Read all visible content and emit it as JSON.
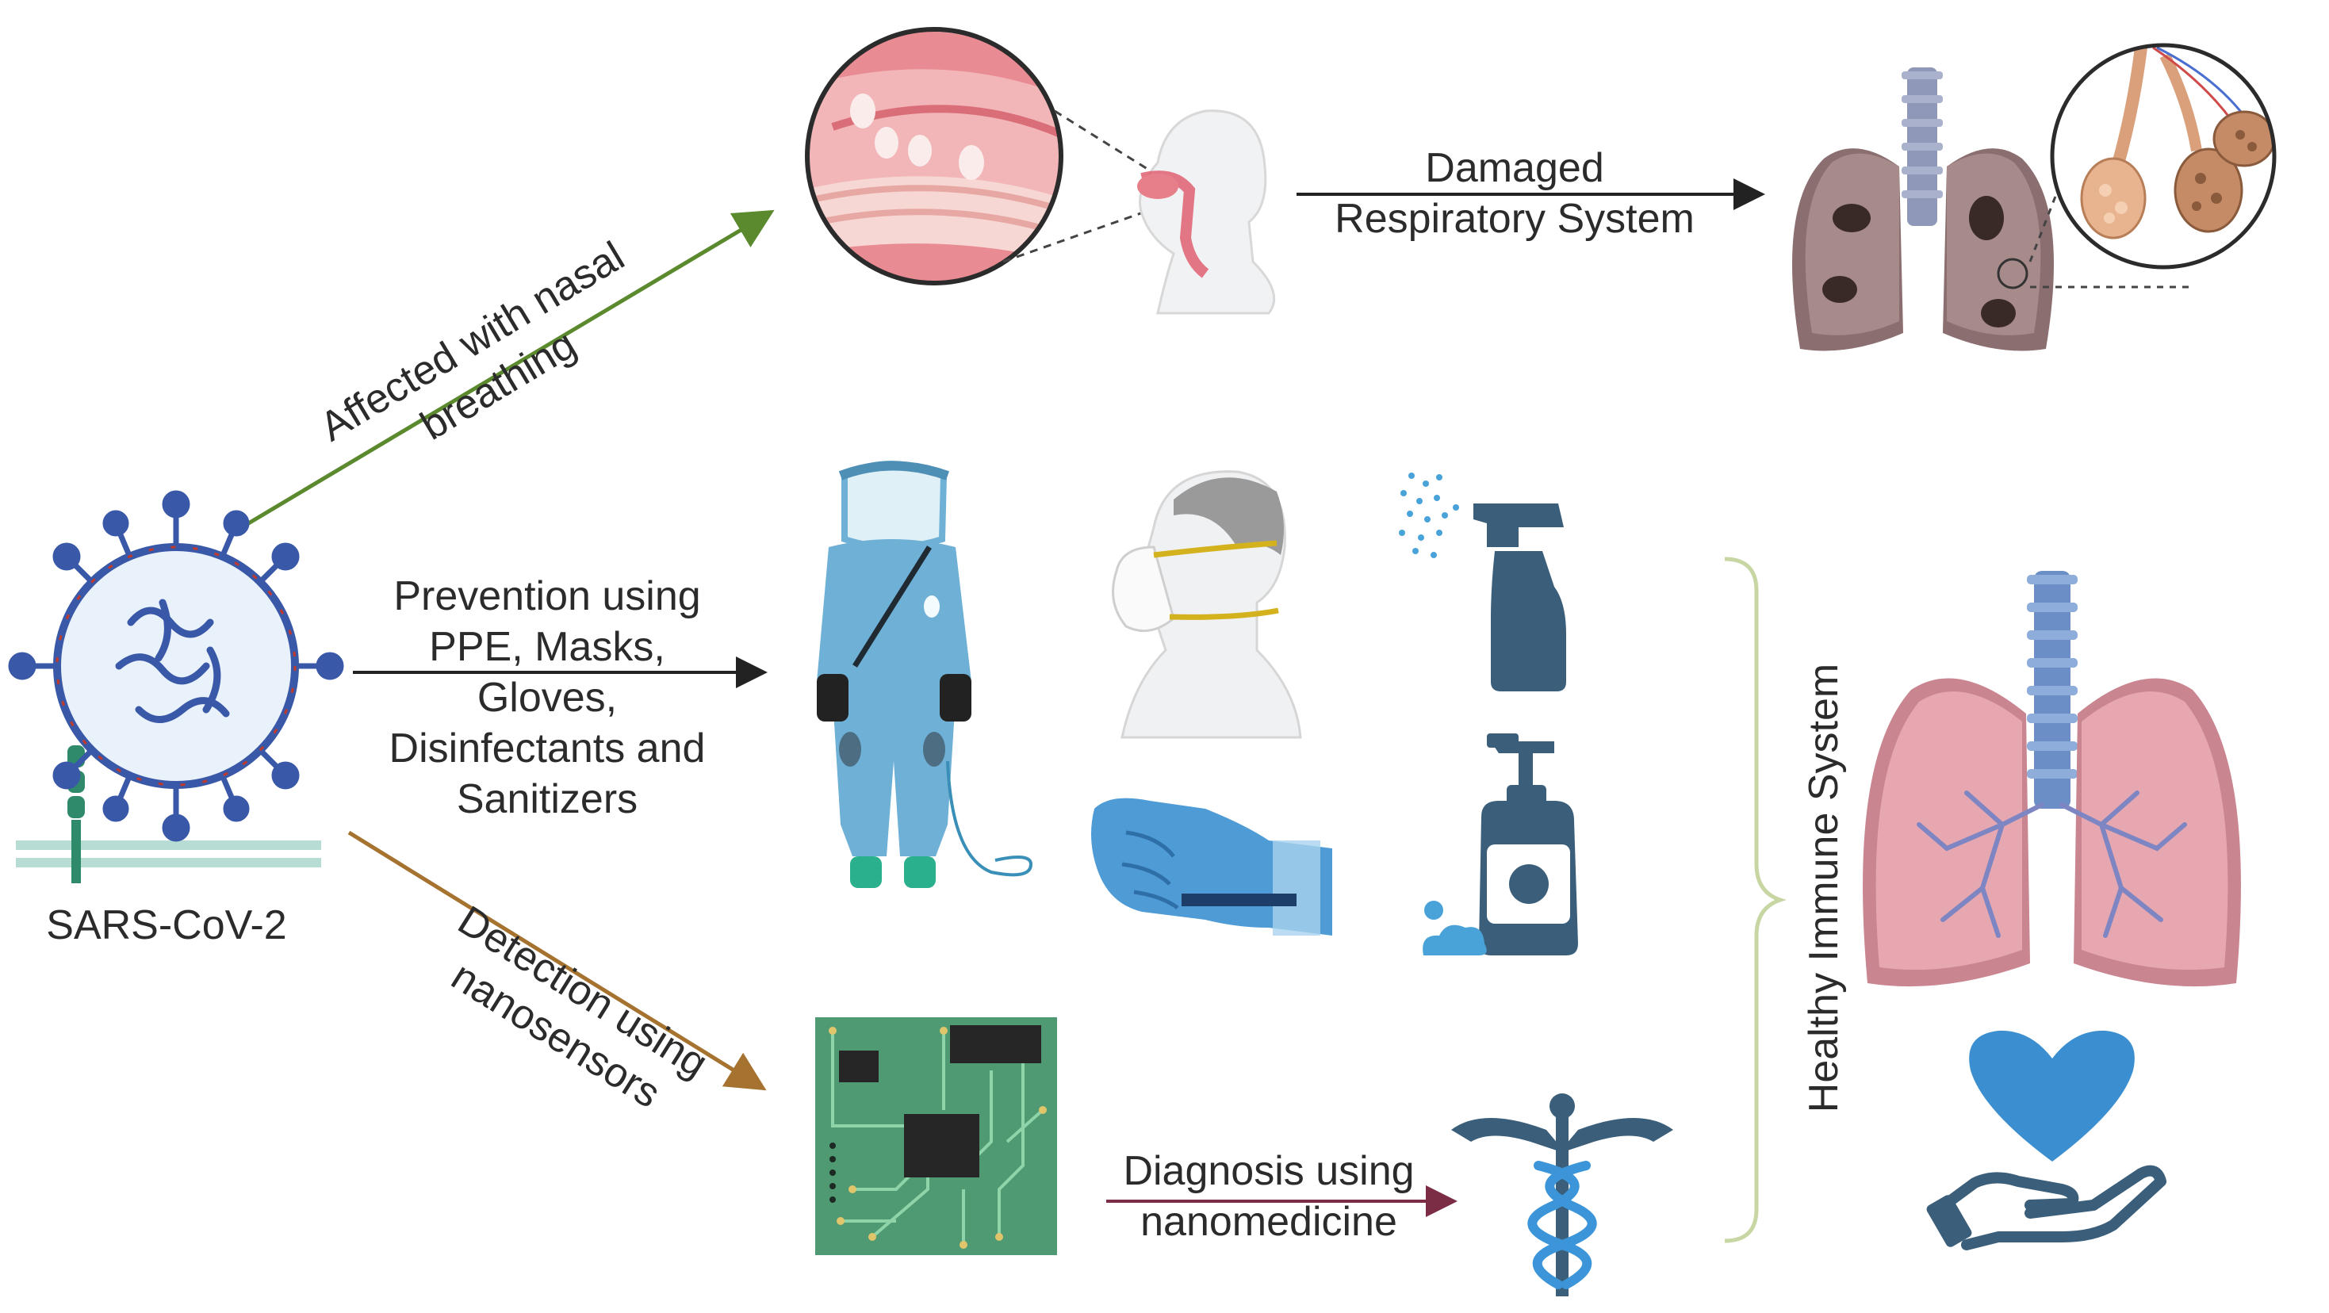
{
  "labels": {
    "nasal_line1": "Affected with nasal",
    "nasal_line2": "breathing",
    "damaged_line1": "Damaged",
    "damaged_line2": "Respiratory System",
    "prevention": [
      "Prevention using",
      "PPE, Masks,",
      "Gloves,",
      "Disinfectants and",
      "Sanitizers"
    ],
    "virus": "SARS-CoV-2",
    "detection_line1": "Detection using",
    "detection_line2": "nanosensors",
    "diagnosis_line1": "Diagnosis using",
    "diagnosis_line2": "nanomedicine",
    "healthy": "Healthy Immune System"
  },
  "colors": {
    "arrow_green": "#5b8a2e",
    "arrow_brown": "#a6722f",
    "arrow_maroon": "#7a2d45",
    "arrow_black": "#222222",
    "virus_blue": "#3a58a8",
    "lung_pink": "#e7a7b0",
    "icon_slate": "#3b5f7a",
    "ppe_blue": "#6fb0d6",
    "chip_green": "#4f9a73",
    "heart_blue": "#3b8fd0"
  },
  "icons": [
    "sars-cov-2-virus-icon",
    "nasal-cavity-zoom-icon",
    "head-profile-icon",
    "damaged-lungs-icon",
    "alveoli-zoom-icon",
    "ppe-suit-icon",
    "n95-mask-head-icon",
    "spray-bottle-icon",
    "gloved-hand-icon",
    "soap-dispenser-icon",
    "nanosensor-chip-icon",
    "caduceus-icon",
    "curly-brace-icon",
    "healthy-lungs-icon",
    "heart-hand-icon"
  ]
}
